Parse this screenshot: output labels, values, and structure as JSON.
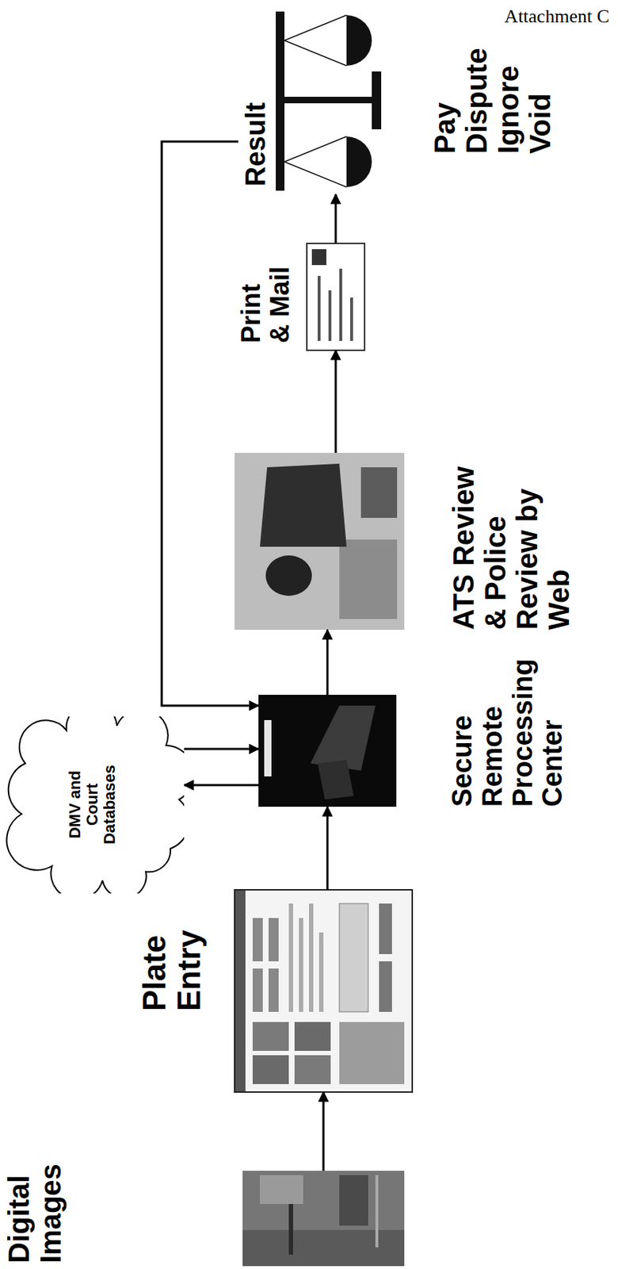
{
  "diagram": {
    "nodes": [
      {
        "text": [
          "Digital Images"
        ]
      },
      {
        "text": [
          "Plate Entry"
        ]
      },
      {
        "text": [
          "DMV and Court Databases"
        ]
      },
      {
        "text": [
          "Secure Remote Processing Center"
        ]
      },
      {
        "text": [
          "ATS Review & Police Review by Web"
        ]
      },
      {
        "text": [
          "Print & Mail"
        ]
      },
      {
        "text": [
          "Result",
          "Pay Dispute Ignore Void"
        ]
      }
    ],
    "edges": [
      {
        "from": 0,
        "to": 1,
        "arrow": "to"
      },
      {
        "from": 1,
        "to": 3,
        "arrow": "to"
      },
      {
        "from": 3,
        "to": 2,
        "arrow": "to"
      },
      {
        "from": 2,
        "to": 3,
        "arrow": "to"
      },
      {
        "from": 3,
        "to": 4,
        "arrow": "to"
      },
      {
        "from": 4,
        "to": 5,
        "arrow": "to"
      },
      {
        "from": 5,
        "to": 6,
        "arrow": "to"
      },
      {
        "from": 6,
        "to": 3,
        "arrow": "to"
      }
    ],
    "labels": [
      "Attachment C"
    ]
  }
}
